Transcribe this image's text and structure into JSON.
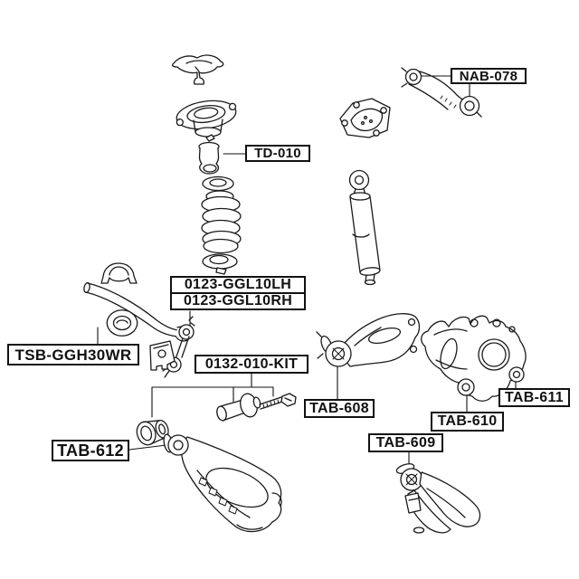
{
  "diagram": {
    "kind": "exploded-parts-diagram",
    "colors": {
      "background": "#ffffff",
      "line": "#1a1a1a",
      "label_border": "#111111",
      "label_text": "#111111"
    },
    "labels": {
      "nab078": "NAB-078",
      "td010": "TD-010",
      "link_lh": "0123-GGL10LH",
      "link_rh": "0123-GGL10RH",
      "stab_bushing": "TSB-GGH30WR",
      "cam_kit": "0132-010-KIT",
      "tab608": "TAB-608",
      "tab609": "TAB-609",
      "tab610": "TAB-610",
      "tab611": "TAB-611",
      "tab612": "TAB-612"
    },
    "parts_depicted": [
      "suspension-support-bracket",
      "strut-mount",
      "bump-stop",
      "coil-spring",
      "spring-seat-upper",
      "spring-seat-lower",
      "upper-control-arm",
      "shock-mount-bracket",
      "shock-absorber",
      "stabilizer-bar-with-clamp",
      "stabilizer-bushing",
      "stabilizer-link",
      "small-mounting-bracket",
      "arm-bushing",
      "adjusting-cam-bolt",
      "bolt",
      "trailing-arm",
      "axle-knuckle",
      "lower-control-arm",
      "assist-arm"
    ]
  }
}
